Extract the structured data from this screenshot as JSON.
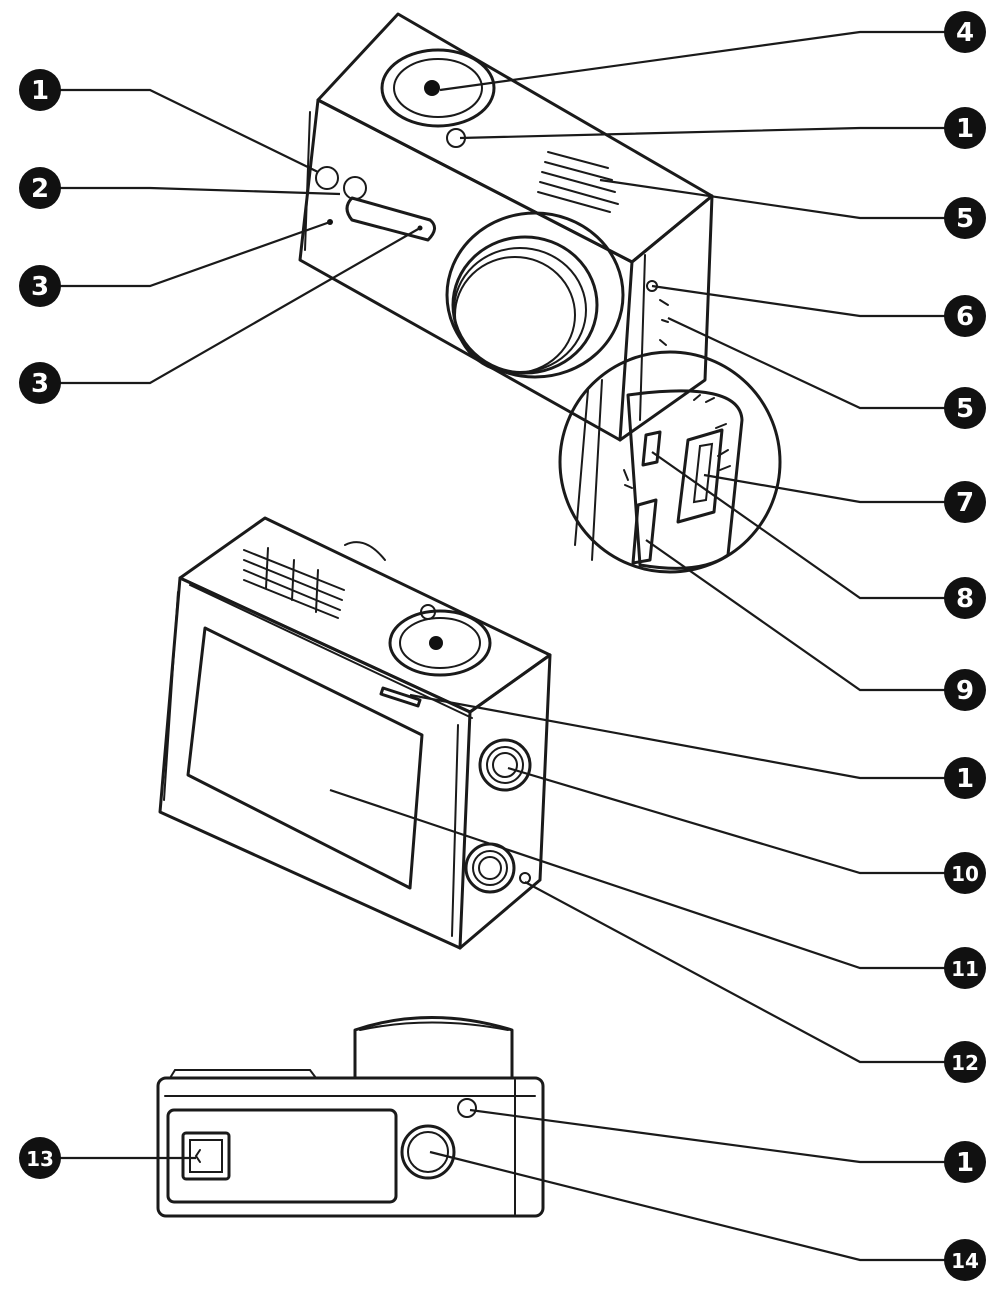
{
  "callouts": [
    {
      "id": "c1a",
      "label": "1"
    },
    {
      "id": "c2",
      "label": "2"
    },
    {
      "id": "c3a",
      "label": "3"
    },
    {
      "id": "c3b",
      "label": "3"
    },
    {
      "id": "c4",
      "label": "4"
    },
    {
      "id": "c1b",
      "label": "1"
    },
    {
      "id": "c5a",
      "label": "5"
    },
    {
      "id": "c6",
      "label": "6"
    },
    {
      "id": "c5b",
      "label": "5"
    },
    {
      "id": "c7",
      "label": "7"
    },
    {
      "id": "c8",
      "label": "8"
    },
    {
      "id": "c9",
      "label": "9"
    },
    {
      "id": "c1c",
      "label": "1"
    },
    {
      "id": "c10",
      "label": "10"
    },
    {
      "id": "c11",
      "label": "11"
    },
    {
      "id": "c12",
      "label": "12"
    },
    {
      "id": "c13",
      "label": "13"
    },
    {
      "id": "c1d",
      "label": "1"
    },
    {
      "id": "c14",
      "label": "14"
    }
  ],
  "colors": {
    "ink": "#1a1a1a",
    "badge": "#111111",
    "background": "#ffffff"
  }
}
